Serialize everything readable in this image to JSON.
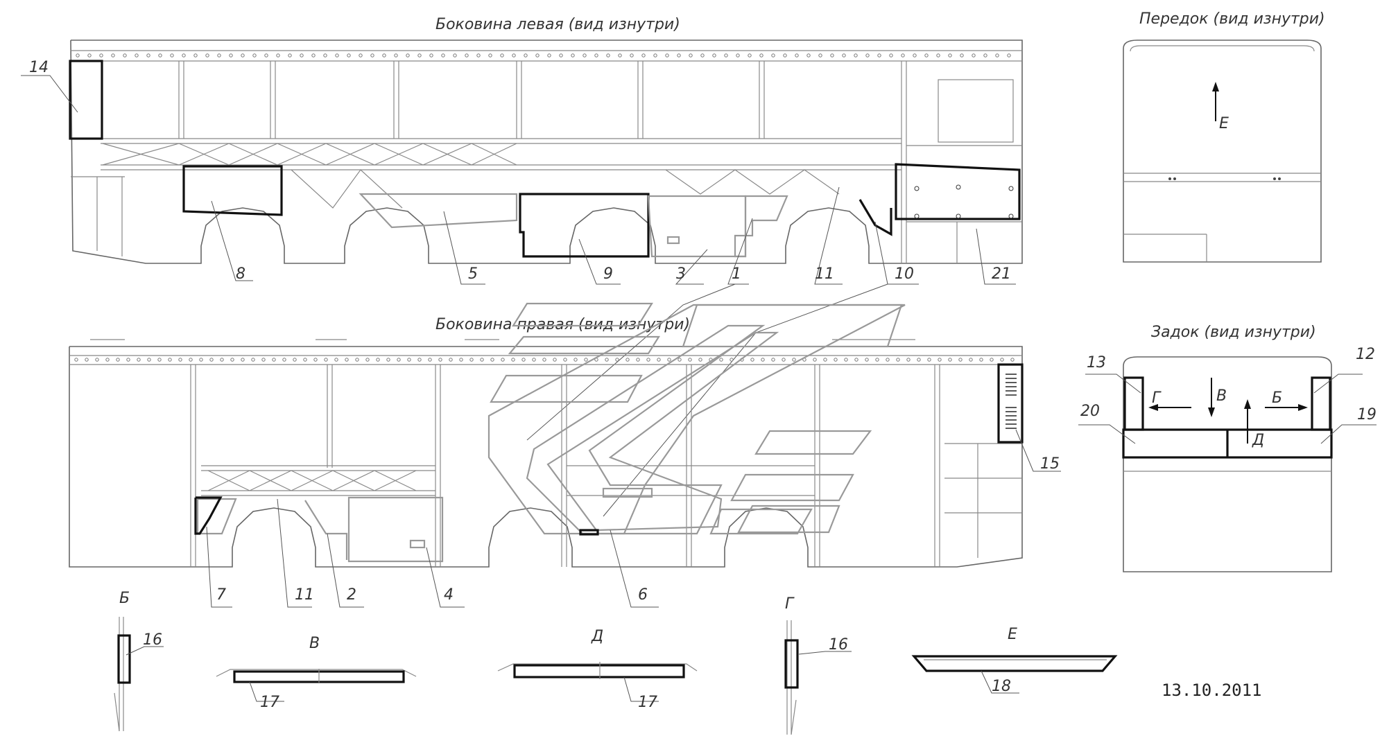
{
  "titles": {
    "left_side": "Боковина левая (вид изнутри)",
    "right_side": "Боковина правая (вид изнутри)",
    "front": "Передок (вид изнутри)",
    "rear": "Задок (вид изнутри)"
  },
  "callouts_left": [
    "14",
    "8",
    "5",
    "9",
    "3",
    "1",
    "11",
    "10",
    "21"
  ],
  "callouts_right": [
    "7",
    "11",
    "2",
    "4",
    "6",
    "15"
  ],
  "callouts_rear": [
    "13",
    "12",
    "20",
    "19"
  ],
  "view_letters": {
    "b": "Б",
    "v": "В",
    "d": "Д",
    "g": "Г",
    "e": "Е"
  },
  "detail_callouts": [
    "16",
    "17",
    "17",
    "16",
    "18"
  ],
  "date": "13.10.2011"
}
